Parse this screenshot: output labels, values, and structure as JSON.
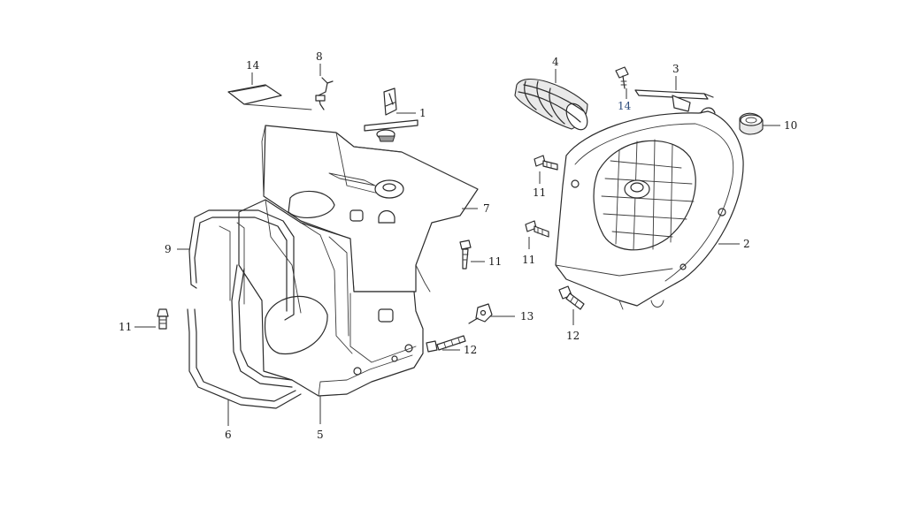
{
  "colors": {
    "line": "#2b2b2b",
    "paper": "#ffffff",
    "highlight_label": "#2a4a7a"
  },
  "callouts": [
    {
      "id": "c14a",
      "text": "14"
    },
    {
      "id": "c8",
      "text": "8"
    },
    {
      "id": "c1",
      "text": "1"
    },
    {
      "id": "c7",
      "text": "7"
    },
    {
      "id": "c9",
      "text": "9"
    },
    {
      "id": "c11a",
      "text": "11"
    },
    {
      "id": "c11b",
      "text": "11"
    },
    {
      "id": "c13",
      "text": "13"
    },
    {
      "id": "c12a",
      "text": "12"
    },
    {
      "id": "c6",
      "text": "6"
    },
    {
      "id": "c5",
      "text": "5"
    },
    {
      "id": "c4",
      "text": "4"
    },
    {
      "id": "c3",
      "text": "3"
    },
    {
      "id": "c14b",
      "text": "14"
    },
    {
      "id": "c10",
      "text": "10"
    },
    {
      "id": "c11c",
      "text": "11"
    },
    {
      "id": "c11d",
      "text": "11"
    },
    {
      "id": "c2",
      "text": "2"
    },
    {
      "id": "c12b",
      "text": "12"
    }
  ]
}
